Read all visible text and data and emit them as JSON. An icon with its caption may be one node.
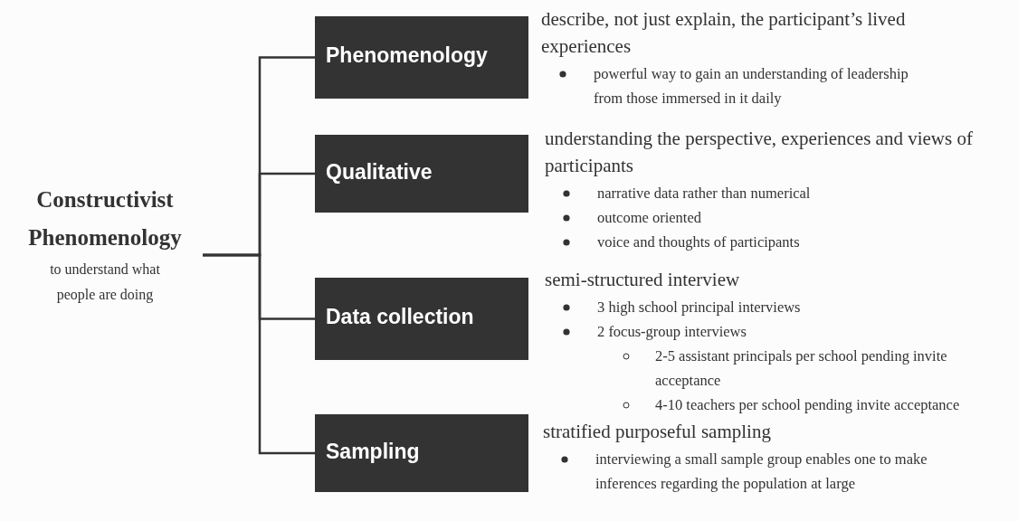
{
  "diagram": {
    "nodes": [
      {
        "text": [
          "Constructivist Phenomenology",
          "to understand what people are doing"
        ]
      },
      {
        "text": [
          "Phenomenology"
        ],
        "beside": [
          "describe, not just explain, the participant’s lived experiences",
          "powerful way to gain an understanding of leadership from those immersed in it daily"
        ]
      },
      {
        "text": [
          "Qualitative"
        ],
        "beside": [
          "understanding the perspective, experiences and views of participants",
          "narrative data rather than numerical",
          "outcome oriented",
          "voice and thoughts of participants"
        ]
      },
      {
        "text": [
          "Data collection"
        ],
        "beside": [
          "semi-structured interview",
          "3 high school principal interviews",
          "2 focus-group interviews",
          "2-5 assistant principals per school pending invite acceptance",
          "4-10 teachers per school pending invite acceptance"
        ]
      },
      {
        "text": [
          "Sampling"
        ],
        "beside": [
          "stratified purposeful sampling",
          "interviewing a small sample group enables one to make inferences regarding the population at large"
        ]
      }
    ],
    "edges": [
      {
        "from": 0,
        "to": 1,
        "arrow": "none"
      },
      {
        "from": 0,
        "to": 2,
        "arrow": "none"
      },
      {
        "from": 0,
        "to": 3,
        "arrow": "none"
      },
      {
        "from": 0,
        "to": 4,
        "arrow": "none"
      }
    ]
  }
}
